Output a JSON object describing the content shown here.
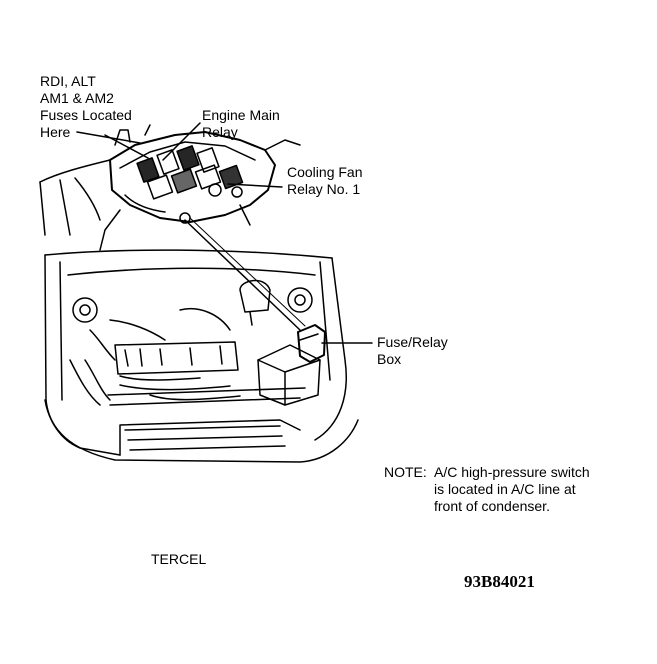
{
  "labels": {
    "fuses_line1": "RDI, ALT",
    "fuses_line2": "AM1 & AM2",
    "fuses_line3": "Fuses Located",
    "fuses_line4": "Here",
    "engine_line1": "Engine Main",
    "engine_line2": "Relay",
    "fan_line1": "Cooling Fan",
    "fan_line2": "Relay No. 1",
    "box_line1": "Fuse/Relay",
    "box_line2": "Box"
  },
  "note": {
    "prefix": "NOTE:",
    "line1": "A/C high-pressure switch",
    "line2": "is located in A/C line at",
    "line3": "front of condenser."
  },
  "model": "TERCEL",
  "figure_code": "93B84021"
}
